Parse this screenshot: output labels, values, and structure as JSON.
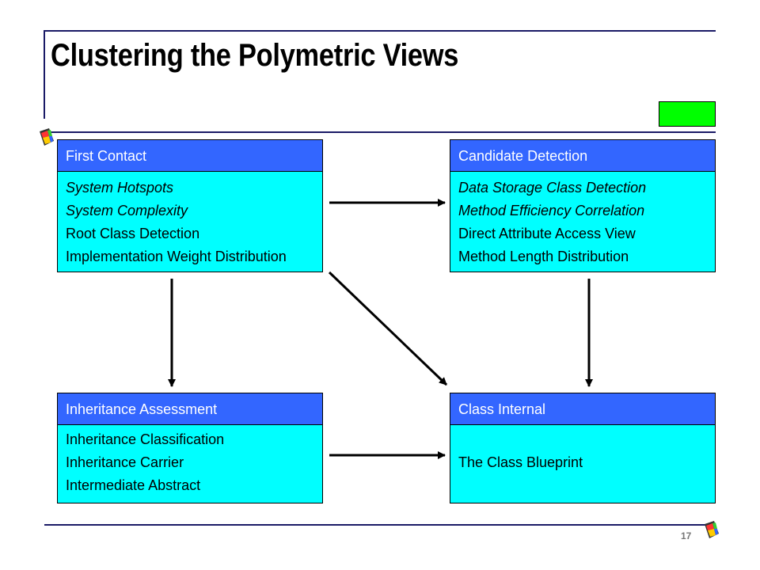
{
  "slide": {
    "title": "Clustering the Polymetric Views",
    "page_number": "17"
  },
  "colors": {
    "header_fill": "#3366ff",
    "body_fill": "#00ffff",
    "accent_box": "#00ff00",
    "rule_line": "#1a1a66"
  },
  "boxes": {
    "first_contact": {
      "header": "First Contact",
      "items": [
        {
          "text": "System Hotspots",
          "italic": true
        },
        {
          "text": "System Complexity",
          "italic": true
        },
        {
          "text": "Root Class Detection",
          "italic": false
        },
        {
          "text": "Implementation Weight Distribution",
          "italic": false
        }
      ]
    },
    "candidate_detection": {
      "header": "Candidate Detection",
      "items": [
        {
          "text": "Data Storage Class Detection",
          "italic": true
        },
        {
          "text": "Method Efficiency Correlation",
          "italic": true
        },
        {
          "text": "Direct Attribute Access View",
          "italic": false
        },
        {
          "text": "Method Length Distribution",
          "italic": false
        }
      ]
    },
    "inheritance_assessment": {
      "header": "Inheritance Assessment",
      "items": [
        {
          "text": "Inheritance Classification",
          "italic": false
        },
        {
          "text": "Inheritance Carrier",
          "italic": false
        },
        {
          "text": "Intermediate Abstract",
          "italic": false
        }
      ]
    },
    "class_internal": {
      "header": "Class Internal",
      "items": [
        {
          "text": "The Class Blueprint",
          "italic": false
        }
      ]
    }
  },
  "icons": [
    "puzzle-logo-icon"
  ]
}
